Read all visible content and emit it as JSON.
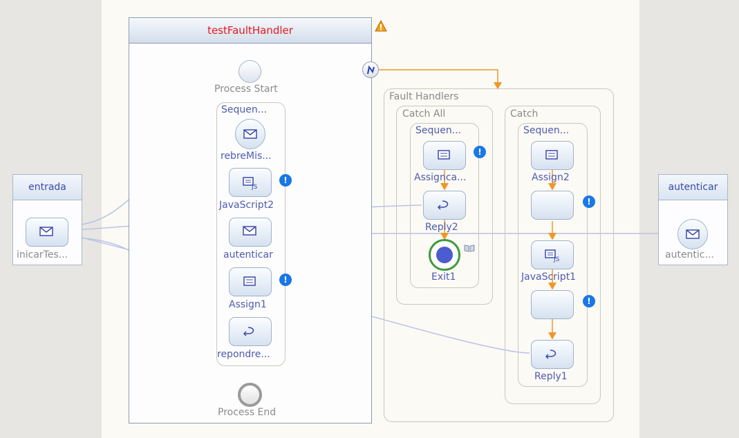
{
  "process": {
    "title": "testFaultHandler",
    "start_label": "Process Start",
    "end_label": "Process End",
    "sequence_label": "Sequen...",
    "warning_icon": "warning-icon"
  },
  "partners": {
    "left": {
      "title": "entrada",
      "node_label": "inicarTes..."
    },
    "right": {
      "title": "autenticar",
      "node_label": "autentic..."
    }
  },
  "main_sequence": [
    {
      "label": "rebreMis...",
      "icon": "receive-envelope-icon"
    },
    {
      "label": "JavaScript2",
      "icon": "javascript-icon",
      "badge": "!"
    },
    {
      "label": "autenticar",
      "icon": "invoke-envelope-icon"
    },
    {
      "label": "Assign1",
      "icon": "assign-icon",
      "badge": "!"
    },
    {
      "label": "repondre...",
      "icon": "reply-icon"
    }
  ],
  "fault_handlers": {
    "label": "Fault Handlers",
    "catch_all": {
      "label": "Catch All",
      "sequence_label": "Sequen...",
      "items": [
        {
          "label": "Assignca...",
          "badge": "!"
        },
        {
          "label": "Reply2"
        },
        {
          "label": "Exit1"
        }
      ]
    },
    "catch": {
      "label": "Catch",
      "sequence_label": "Sequen...",
      "items": [
        {
          "label": "Assign2"
        },
        {
          "label": "",
          "badge": "!"
        },
        {
          "label": "JavaScript1"
        },
        {
          "label": "",
          "badge": "!"
        },
        {
          "label": "Reply1"
        }
      ]
    }
  },
  "colors": {
    "flow": "#f0962a",
    "link": "#b9c2e6",
    "title_red": "#e8171c",
    "label_blue": "#4e5ab1",
    "badge": "#1a77e6",
    "exit_green": "#3e9a3e"
  }
}
